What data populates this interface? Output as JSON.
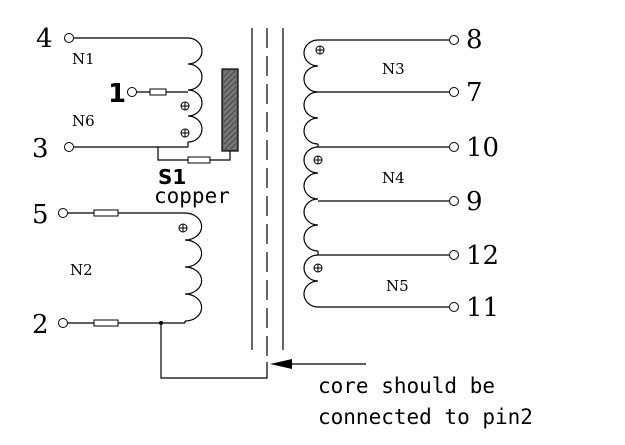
{
  "pins": {
    "p1": "1",
    "p2": "2",
    "p3": "3",
    "p4": "4",
    "p5": "5",
    "p7": "7",
    "p8": "8",
    "p9": "9",
    "p10": "10",
    "p11": "11",
    "p12": "12"
  },
  "windings": {
    "n1": "N1",
    "n2": "N2",
    "n3": "N3",
    "n4": "N4",
    "n5": "N5",
    "n6": "N6"
  },
  "shield": {
    "label": "S1",
    "material": "copper"
  },
  "note": {
    "line1": "core should be",
    "line2": "connected to pin2"
  },
  "icons": {
    "dot": "polarity-dot-icon",
    "pin": "pin-terminal-icon"
  }
}
